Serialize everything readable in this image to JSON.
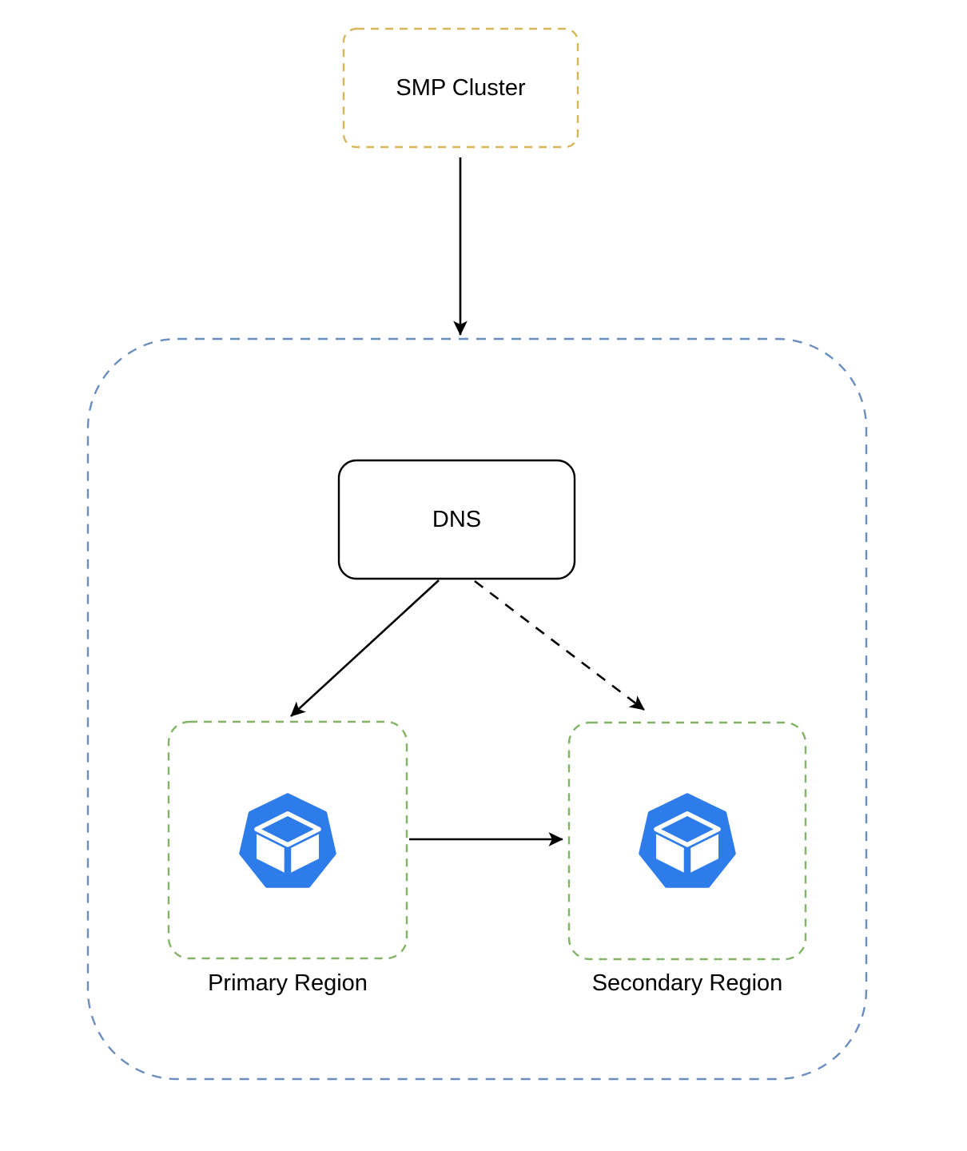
{
  "diagram": {
    "type": "architecture-diagram",
    "background": "#FFFFFF",
    "nodes": {
      "smp_cluster": {
        "label": "SMP Cluster",
        "shape": "rounded-rect",
        "border_style": "dashed",
        "border_color": "#D6B656"
      },
      "regions_container": {
        "label": "",
        "shape": "rounded-rect",
        "border_style": "dashed",
        "border_color": "#6C8EBF",
        "contains": [
          "dns",
          "primary_region",
          "secondary_region"
        ]
      },
      "dns": {
        "label": "DNS",
        "shape": "rounded-rect",
        "border_style": "solid",
        "border_color": "#000000"
      },
      "primary_region": {
        "label": "Primary Region",
        "shape": "rounded-rect",
        "border_style": "dashed",
        "border_color": "#82B366",
        "icon": "cluster-heptagon-cube-icon",
        "icon_color": "#2D7CE9"
      },
      "secondary_region": {
        "label": "Secondary Region",
        "shape": "rounded-rect",
        "border_style": "dashed",
        "border_color": "#82B366",
        "icon": "cluster-heptagon-cube-icon",
        "icon_color": "#2D7CE9"
      }
    },
    "edges": [
      {
        "from": "smp_cluster",
        "to": "regions_container",
        "line": "solid",
        "arrowhead": "filled-classic"
      },
      {
        "from": "dns",
        "to": "primary_region",
        "line": "solid",
        "arrowhead": "filled-classic"
      },
      {
        "from": "dns",
        "to": "secondary_region",
        "line": "dashed",
        "arrowhead": "filled-classic"
      },
      {
        "from": "primary_region",
        "to": "secondary_region",
        "line": "solid",
        "arrowhead": "filled-classic"
      }
    ],
    "colors": {
      "smp_border": "#D6B656",
      "container_border": "#6C8EBF",
      "region_border": "#82B366",
      "dns_border": "#000000",
      "icon_blue": "#2D7CE9",
      "arrow": "#000000",
      "text": "#000000",
      "background": "#FFFFFF"
    }
  }
}
